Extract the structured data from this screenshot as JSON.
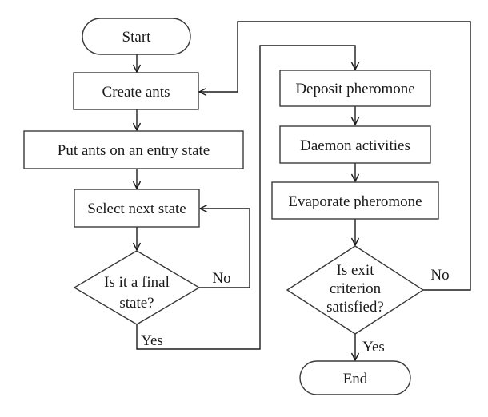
{
  "colors": {
    "background": "#ffffff",
    "line": "#1c1c1c",
    "box_stroke": "#3a3a3a",
    "text": "#1a1a1a"
  },
  "nodes": {
    "start": {
      "label": "Start",
      "type": "terminator"
    },
    "create_ants": {
      "label": "Create ants",
      "type": "process"
    },
    "put_ants": {
      "label": "Put ants on an entry state",
      "type": "process"
    },
    "select_next": {
      "label": "Select next state",
      "type": "process"
    },
    "final_state": {
      "lines": [
        "Is it a final",
        "state?"
      ],
      "type": "decision"
    },
    "deposit": {
      "label": "Deposit pheromone",
      "type": "process"
    },
    "daemon": {
      "label": "Daemon activities",
      "type": "process"
    },
    "evaporate": {
      "label": "Evaporate pheromone",
      "type": "process"
    },
    "exit_criterion": {
      "lines": [
        "Is exit",
        "criterion",
        "satisfied?"
      ],
      "type": "decision"
    },
    "end": {
      "label": "End",
      "type": "terminator"
    }
  },
  "edge_labels": {
    "final_no": "No",
    "final_yes": "Yes",
    "exit_no": "No",
    "exit_yes": "Yes"
  }
}
